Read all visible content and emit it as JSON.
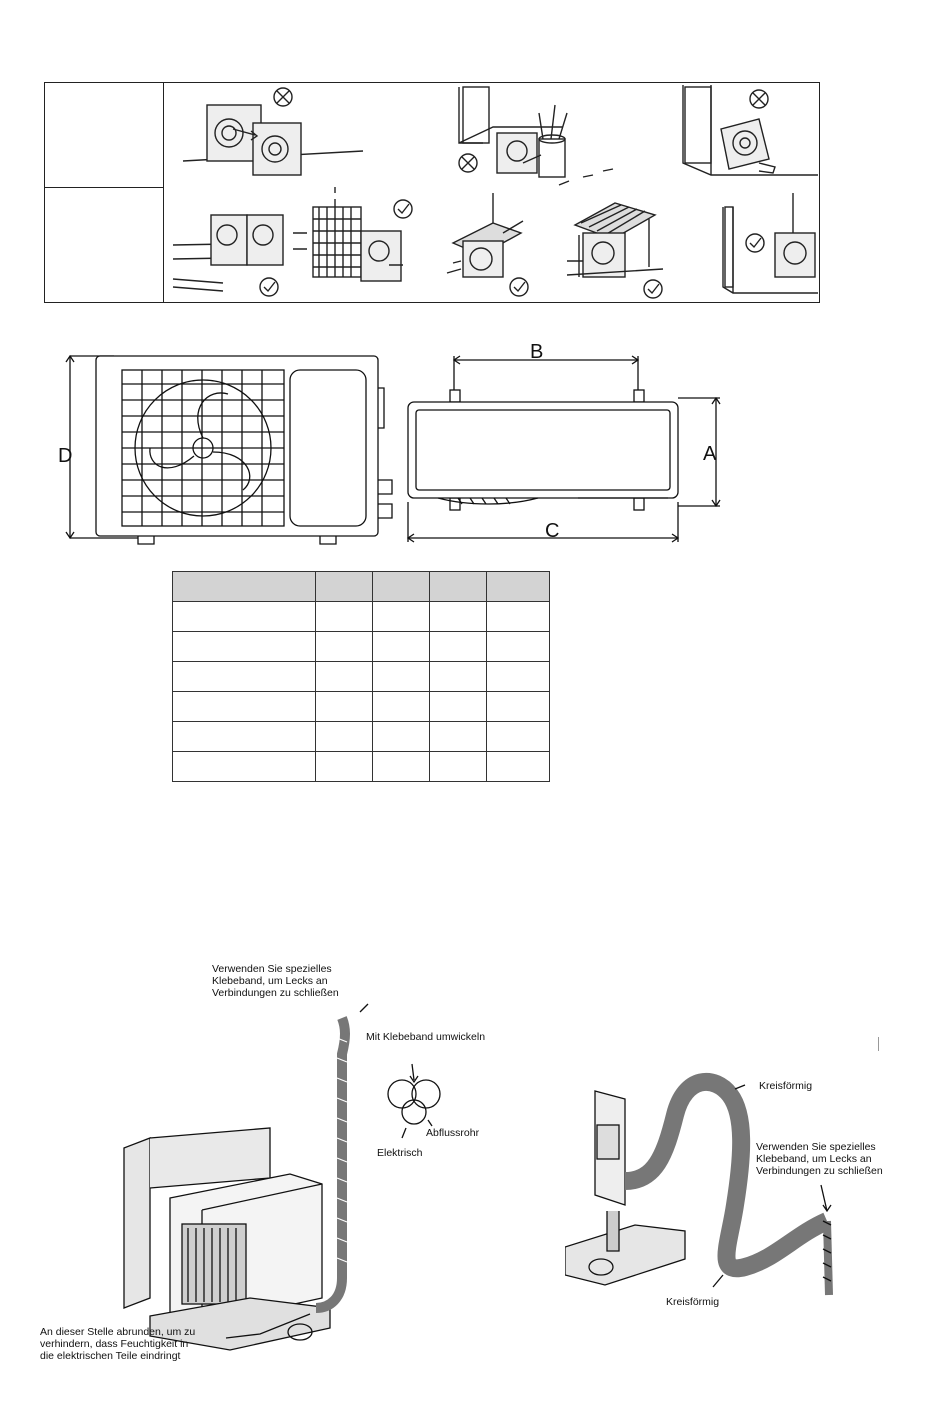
{
  "placement_table": {
    "rows": [
      {
        "label": "",
        "verdict": "wrong"
      },
      {
        "label": "",
        "verdict": "correct"
      }
    ]
  },
  "dimensions": {
    "letters": {
      "a": "A",
      "b": "B",
      "c": "C",
      "d": "D"
    }
  },
  "dimension_table": {
    "header": [
      "",
      "",
      "",
      "",
      ""
    ],
    "rows": [
      [
        "",
        "",
        "",
        "",
        ""
      ],
      [
        "",
        "",
        "",
        "",
        ""
      ],
      [
        "",
        "",
        "",
        "",
        ""
      ],
      [
        "",
        "",
        "",
        "",
        ""
      ],
      [
        "",
        "",
        "",
        "",
        ""
      ],
      [
        "",
        "",
        "",
        "",
        ""
      ]
    ]
  },
  "pipe_left": {
    "note_tape_lines": [
      "Verwenden Sie spezielles",
      "Klebeband, um Lecks an",
      "Verbindungen zu schließen"
    ],
    "wrap_label": "Mit Klebeband umwickeln",
    "drain_label": "Abflussrohr",
    "electric_label": "Elektrisch",
    "round_note_lines": [
      "An dieser Stelle abrunden, um zu",
      "verhindern, dass Feuchtigkeit in",
      "die elektrischen Teile eindringt"
    ]
  },
  "pipe_right": {
    "circular_label_top": "Kreisförmig",
    "note_tape_lines": [
      "Verwenden Sie spezielles",
      "Klebeband, um Lecks an",
      "Verbindungen zu schließen"
    ],
    "circular_label_bottom": "Kreisförmig"
  }
}
